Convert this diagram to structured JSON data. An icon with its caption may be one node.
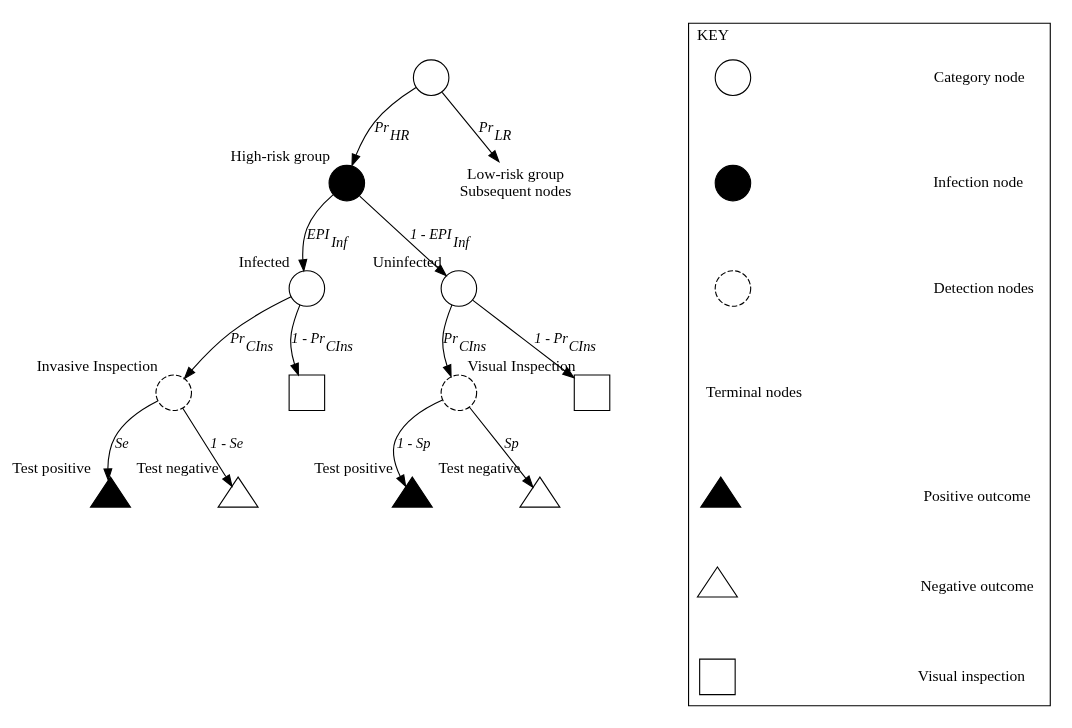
{
  "diagram": {
    "nodes": [
      {
        "text": [],
        "shape": "circle"
      },
      {
        "text": [],
        "shape": "circle",
        "beside": [
          "High-risk group"
        ]
      },
      {
        "text": [
          "Low-risk group",
          "Subsequent nodes"
        ]
      },
      {
        "text": [],
        "shape": "circle",
        "beside": [
          "Infected"
        ]
      },
      {
        "text": [],
        "shape": "circle",
        "beside": [
          "Uninfected"
        ]
      },
      {
        "text": [],
        "shape": "circle",
        "beside": [
          "Invasive Inspection"
        ]
      },
      {
        "text": [],
        "shape": "box"
      },
      {
        "text": [],
        "shape": "circle"
      },
      {
        "text": [],
        "shape": "box",
        "beside": [
          "Visual Inspection"
        ]
      },
      {
        "text": [],
        "shape": "triangle",
        "beside": [
          "Test positive"
        ]
      },
      {
        "text": [],
        "shape": "triangle",
        "beside": [
          "Test negative"
        ]
      },
      {
        "text": [],
        "shape": "triangle",
        "beside": [
          "Test positive"
        ]
      },
      {
        "text": [],
        "shape": "triangle",
        "beside": [
          "Test negative"
        ]
      },
      {
        "text": [
          "KEY"
        ]
      },
      {
        "text": [],
        "shape": "circle",
        "in": 13
      },
      {
        "text": [],
        "shape": "circle",
        "in": 13
      },
      {
        "text": [],
        "shape": "circle",
        "in": 13
      },
      {
        "text": [],
        "shape": "triangle",
        "in": 13
      },
      {
        "text": [],
        "shape": "triangle",
        "in": 13
      },
      {
        "text": [],
        "shape": "box",
        "in": 13
      }
    ],
    "edges": [
      {
        "from": 0,
        "to": 1,
        "arrow": "to",
        "label": "Pr$_{HR}$"
      },
      {
        "from": 0,
        "to": 2,
        "arrow": "to",
        "label": "Pr$_{LR}$"
      },
      {
        "from": 1,
        "to": 3,
        "arrow": "to",
        "label": "EPI$_{Inf}$"
      },
      {
        "from": 1,
        "to": 4,
        "arrow": "to",
        "label": "1 - EPI$_{Inf}$"
      },
      {
        "from": 3,
        "to": 5,
        "arrow": "to",
        "label": "Pr$_{CIns}$"
      },
      {
        "from": 3,
        "to": 6,
        "arrow": "to",
        "label": "1 - Pr$_{CIns}$"
      },
      {
        "from": 4,
        "to": 7,
        "arrow": "to",
        "label": "Pr$_{CIns}$"
      },
      {
        "from": 4,
        "to": 8,
        "arrow": "to",
        "label": "1 - Pr$_{CIns}$"
      },
      {
        "from": 5,
        "to": 9,
        "arrow": "to",
        "label": "Se"
      },
      {
        "from": 5,
        "to": 10,
        "arrow": "to",
        "label": "1 - Se"
      },
      {
        "from": 7,
        "to": 11,
        "arrow": "to",
        "label": "1 - Sp"
      },
      {
        "from": 7,
        "to": 12,
        "arrow": "to",
        "label": "Sp"
      }
    ],
    "labels": [
      "Terminal nodes"
    ],
    "legend": [
      {
        "text": "Category node"
      },
      {
        "text": "Infection node"
      },
      {
        "text": "Detection nodes"
      },
      {
        "text": "Positive outcome"
      },
      {
        "text": "Negative outcome"
      },
      {
        "text": "Visual inspection"
      }
    ]
  }
}
